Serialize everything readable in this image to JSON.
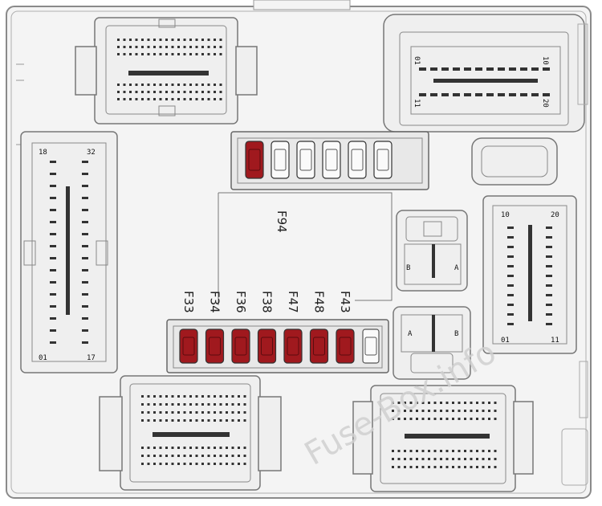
{
  "diagram": {
    "fuses_top": [
      {
        "id": "f94",
        "label": "F94",
        "color": "#a0191e",
        "active": true
      },
      {
        "id": "blank1",
        "label": "",
        "active": false
      },
      {
        "id": "blank2",
        "label": "",
        "active": false
      },
      {
        "id": "blank3",
        "label": "",
        "active": false
      },
      {
        "id": "blank4",
        "label": "",
        "active": false
      },
      {
        "id": "blank5",
        "label": "",
        "active": false
      }
    ],
    "fuses_bottom": [
      {
        "id": "f33",
        "label": "F33",
        "color": "#a0191e"
      },
      {
        "id": "f34",
        "label": "F34",
        "color": "#a0191e"
      },
      {
        "id": "f36",
        "label": "F36",
        "color": "#a0191e"
      },
      {
        "id": "f38",
        "label": "F38",
        "color": "#a0191e"
      },
      {
        "id": "f47",
        "label": "F47",
        "color": "#a0191e"
      },
      {
        "id": "f48",
        "label": "F48",
        "color": "#a0191e"
      },
      {
        "id": "f43",
        "label": "F43",
        "color": "#a0191e"
      }
    ],
    "connector_top_right": {
      "pin_a": "01",
      "pin_b": "10",
      "pin_c": "11",
      "pin_d": "20"
    },
    "connector_left": {
      "pin_a": "18",
      "pin_b": "32",
      "pin_c": "01",
      "pin_d": "17"
    },
    "connector_right": {
      "pin_a": "10",
      "pin_b": "20",
      "pin_c": "01",
      "pin_d": "11"
    },
    "relay_upper": {
      "left": "B",
      "right": "A"
    },
    "relay_lower": {
      "left": "A",
      "right": "B"
    },
    "watermark": "Fuse-Box.info"
  }
}
